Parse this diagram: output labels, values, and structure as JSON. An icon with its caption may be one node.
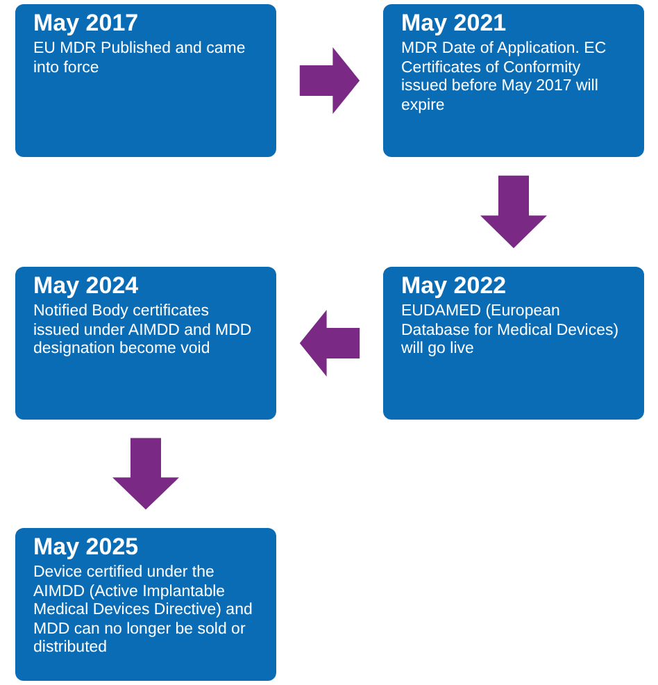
{
  "diagram": {
    "nodes": [
      {
        "text": [
          "May 2017",
          "EU MDR Published and came into force"
        ]
      },
      {
        "text": [
          "May 2021",
          "MDR Date of Application. EC Certificates of Conformity issued before May 2017 will expire"
        ]
      },
      {
        "text": [
          "May 2022",
          "EUDAMED (European Database for Medical Devices) will go live"
        ]
      },
      {
        "text": [
          "May 2024",
          "Notified Body certificates issued under AIMDD and MDD designation become void"
        ]
      },
      {
        "text": [
          "May 2025",
          "Device certified under the AIMDD (Active Implantable Medical Devices Directive) and MDD can no longer be sold or distributed"
        ]
      }
    ],
    "edges": [
      {
        "from": 0,
        "to": 1,
        "arrow": "to"
      },
      {
        "from": 1,
        "to": 2,
        "arrow": "to"
      },
      {
        "from": 2,
        "to": 3,
        "arrow": "to"
      },
      {
        "from": 3,
        "to": 4,
        "arrow": "to"
      }
    ]
  }
}
